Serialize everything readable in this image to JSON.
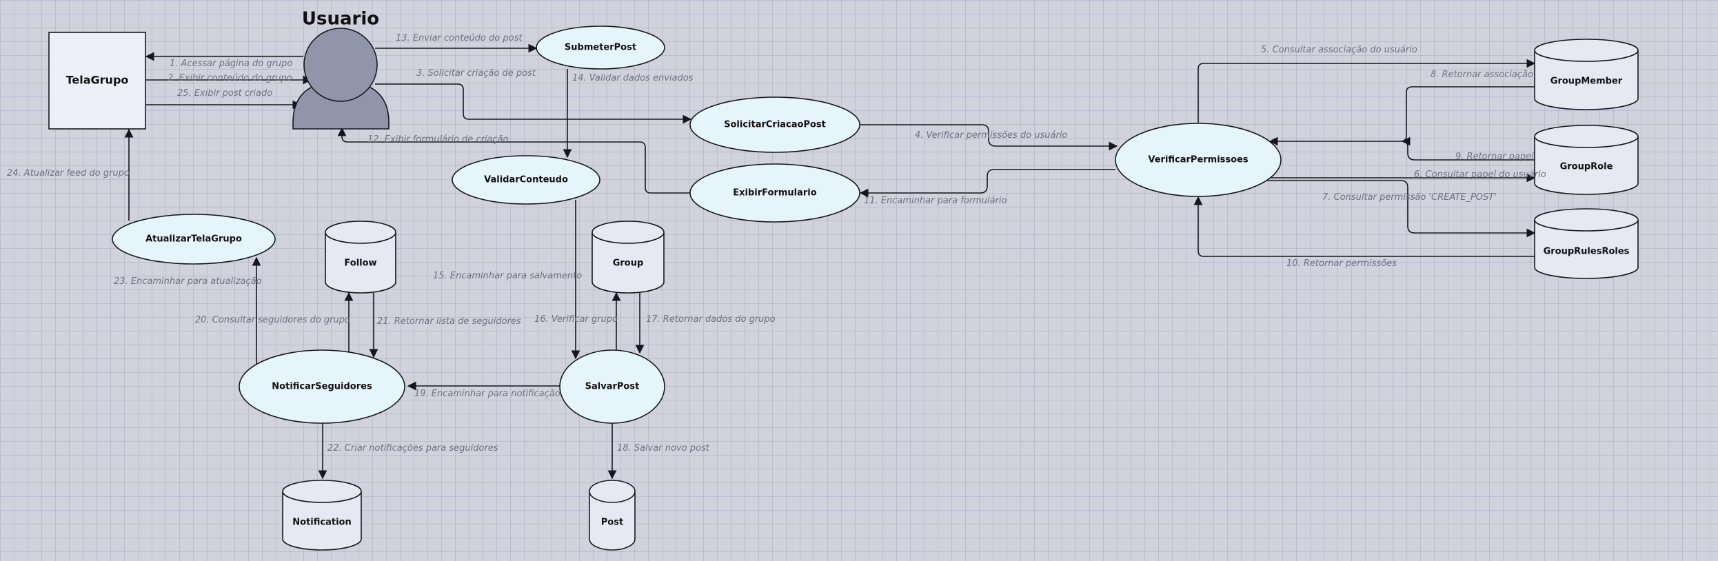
{
  "colors": {
    "process_fill": "#e6f4fc",
    "entity_fill": "#eef0f8",
    "store_fill": "#e6e8f2",
    "actor_fill": "#9095a9",
    "stroke": "#15171f",
    "label": "#6f7082"
  },
  "actor": {
    "label": "Usuario",
    "icon": "user-silhouette-icon"
  },
  "entity": {
    "label": "TelaGrupo"
  },
  "processes": {
    "submeter_post": "SubmeterPost",
    "solicitar_criacao_post": "SolicitarCriacaoPost",
    "verificar_permissoes": "VerificarPermissoes",
    "exibir_formulario": "ExibirFormulario",
    "validar_conteudo": "ValidarConteudo",
    "atualizar_tela_grupo": "AtualizarTelaGrupo",
    "notificar_seguidores": "NotificarSeguidores",
    "salvar_post": "SalvarPost"
  },
  "stores": {
    "group_member": "GroupMember",
    "group_role": "GroupRole",
    "group_rules_roles": "GroupRulesRoles",
    "follow": "Follow",
    "group": "Group",
    "notification": "Notification",
    "post": "Post"
  },
  "flows": {
    "f1": "1. Acessar página do grupo",
    "f2": "2. Exibir conteúdo do grupo",
    "f3": "3. Solicitar criação de post",
    "f4": "4. Verificar permissões do usuário",
    "f5": "5. Consultar associação do usuário",
    "f6": "6. Consultar papel do usuário",
    "f7": "7. Consultar permissão 'CREATE_POST'",
    "f8": "8. Retornar associação",
    "f9": "9. Retornar papel",
    "f10": "10. Retornar permissões",
    "f11": "11. Encaminhar para formulário",
    "f12": "12. Exibir formulário de criação",
    "f13": "13. Enviar conteúdo do post",
    "f14": "14. Validar dados enviados",
    "f15": "15. Encaminhar para salvamento",
    "f16": "16. Verificar grupo",
    "f17": "17. Retornar dados do grupo",
    "f18": "18. Salvar novo post",
    "f19": "19. Encaminhar para notificação",
    "f20": "20. Consultar seguidores do grupo",
    "f21": "21. Retornar lista de seguidores",
    "f22": "22. Criar notificações para seguidores",
    "f23": "23. Encaminhar para atualização",
    "f24": "24. Atualizar feed do grupo",
    "f25": "25. Exibir post criado"
  }
}
